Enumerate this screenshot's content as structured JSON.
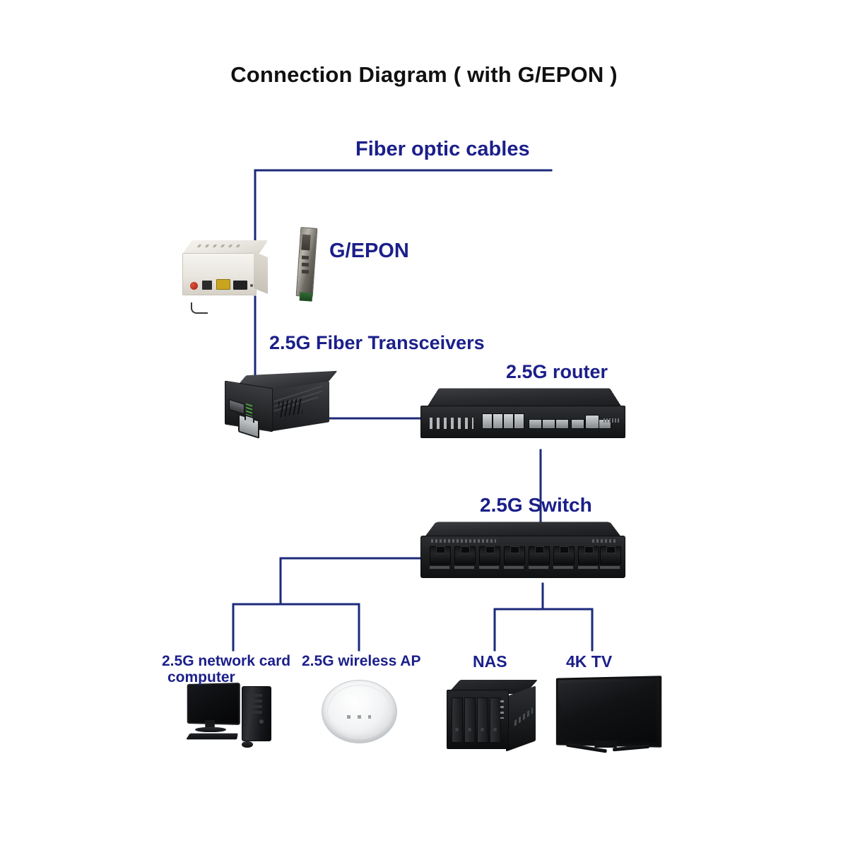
{
  "diagram": {
    "title": "Connection Diagram ( with G/EPON )",
    "accent_color": "#1b1f8a",
    "line_color": "#1b2a7a",
    "background": "#ffffff"
  },
  "labels": {
    "fiber_optic_cables": "Fiber optic cables",
    "gepon": "G/EPON",
    "fiber_transceivers": "2.5G Fiber Transceivers",
    "router": "2.5G router",
    "switch": "2.5G Switch",
    "network_card_computer_line1": "2.5G network card",
    "network_card_computer_line2": "computer",
    "wireless_ap": "2.5G wireless AP",
    "nas": "NAS",
    "tv": "4K TV"
  },
  "nodes": [
    {
      "id": "onu",
      "label": "G/EPON",
      "type": "optical-network-unit"
    },
    {
      "id": "sfp",
      "label": "G/EPON",
      "type": "sfp-module"
    },
    {
      "id": "media-converter",
      "label": "2.5G Fiber Transceivers",
      "type": "media-converter"
    },
    {
      "id": "router",
      "label": "2.5G router",
      "type": "rack-router"
    },
    {
      "id": "switch",
      "label": "2.5G Switch",
      "type": "desktop-switch",
      "ports": 8
    },
    {
      "id": "computer",
      "label": "2.5G network card computer",
      "type": "desktop-computer"
    },
    {
      "id": "wireless-ap",
      "label": "2.5G wireless AP",
      "type": "ceiling-access-point"
    },
    {
      "id": "nas",
      "label": "NAS",
      "type": "network-storage",
      "bays": 4
    },
    {
      "id": "tv",
      "label": "4K TV",
      "type": "television"
    }
  ],
  "connections": [
    {
      "from": "fiber-uplink",
      "to": "onu",
      "medium": "fiber"
    },
    {
      "from": "onu",
      "to": "media-converter",
      "medium": "fiber"
    },
    {
      "from": "media-converter",
      "to": "router",
      "medium": "ethernet"
    },
    {
      "from": "router",
      "to": "switch",
      "medium": "ethernet"
    },
    {
      "from": "switch",
      "to": "computer",
      "medium": "ethernet"
    },
    {
      "from": "switch",
      "to": "wireless-ap",
      "medium": "ethernet"
    },
    {
      "from": "switch",
      "to": "nas",
      "medium": "ethernet"
    },
    {
      "from": "switch",
      "to": "tv",
      "medium": "ethernet"
    }
  ]
}
